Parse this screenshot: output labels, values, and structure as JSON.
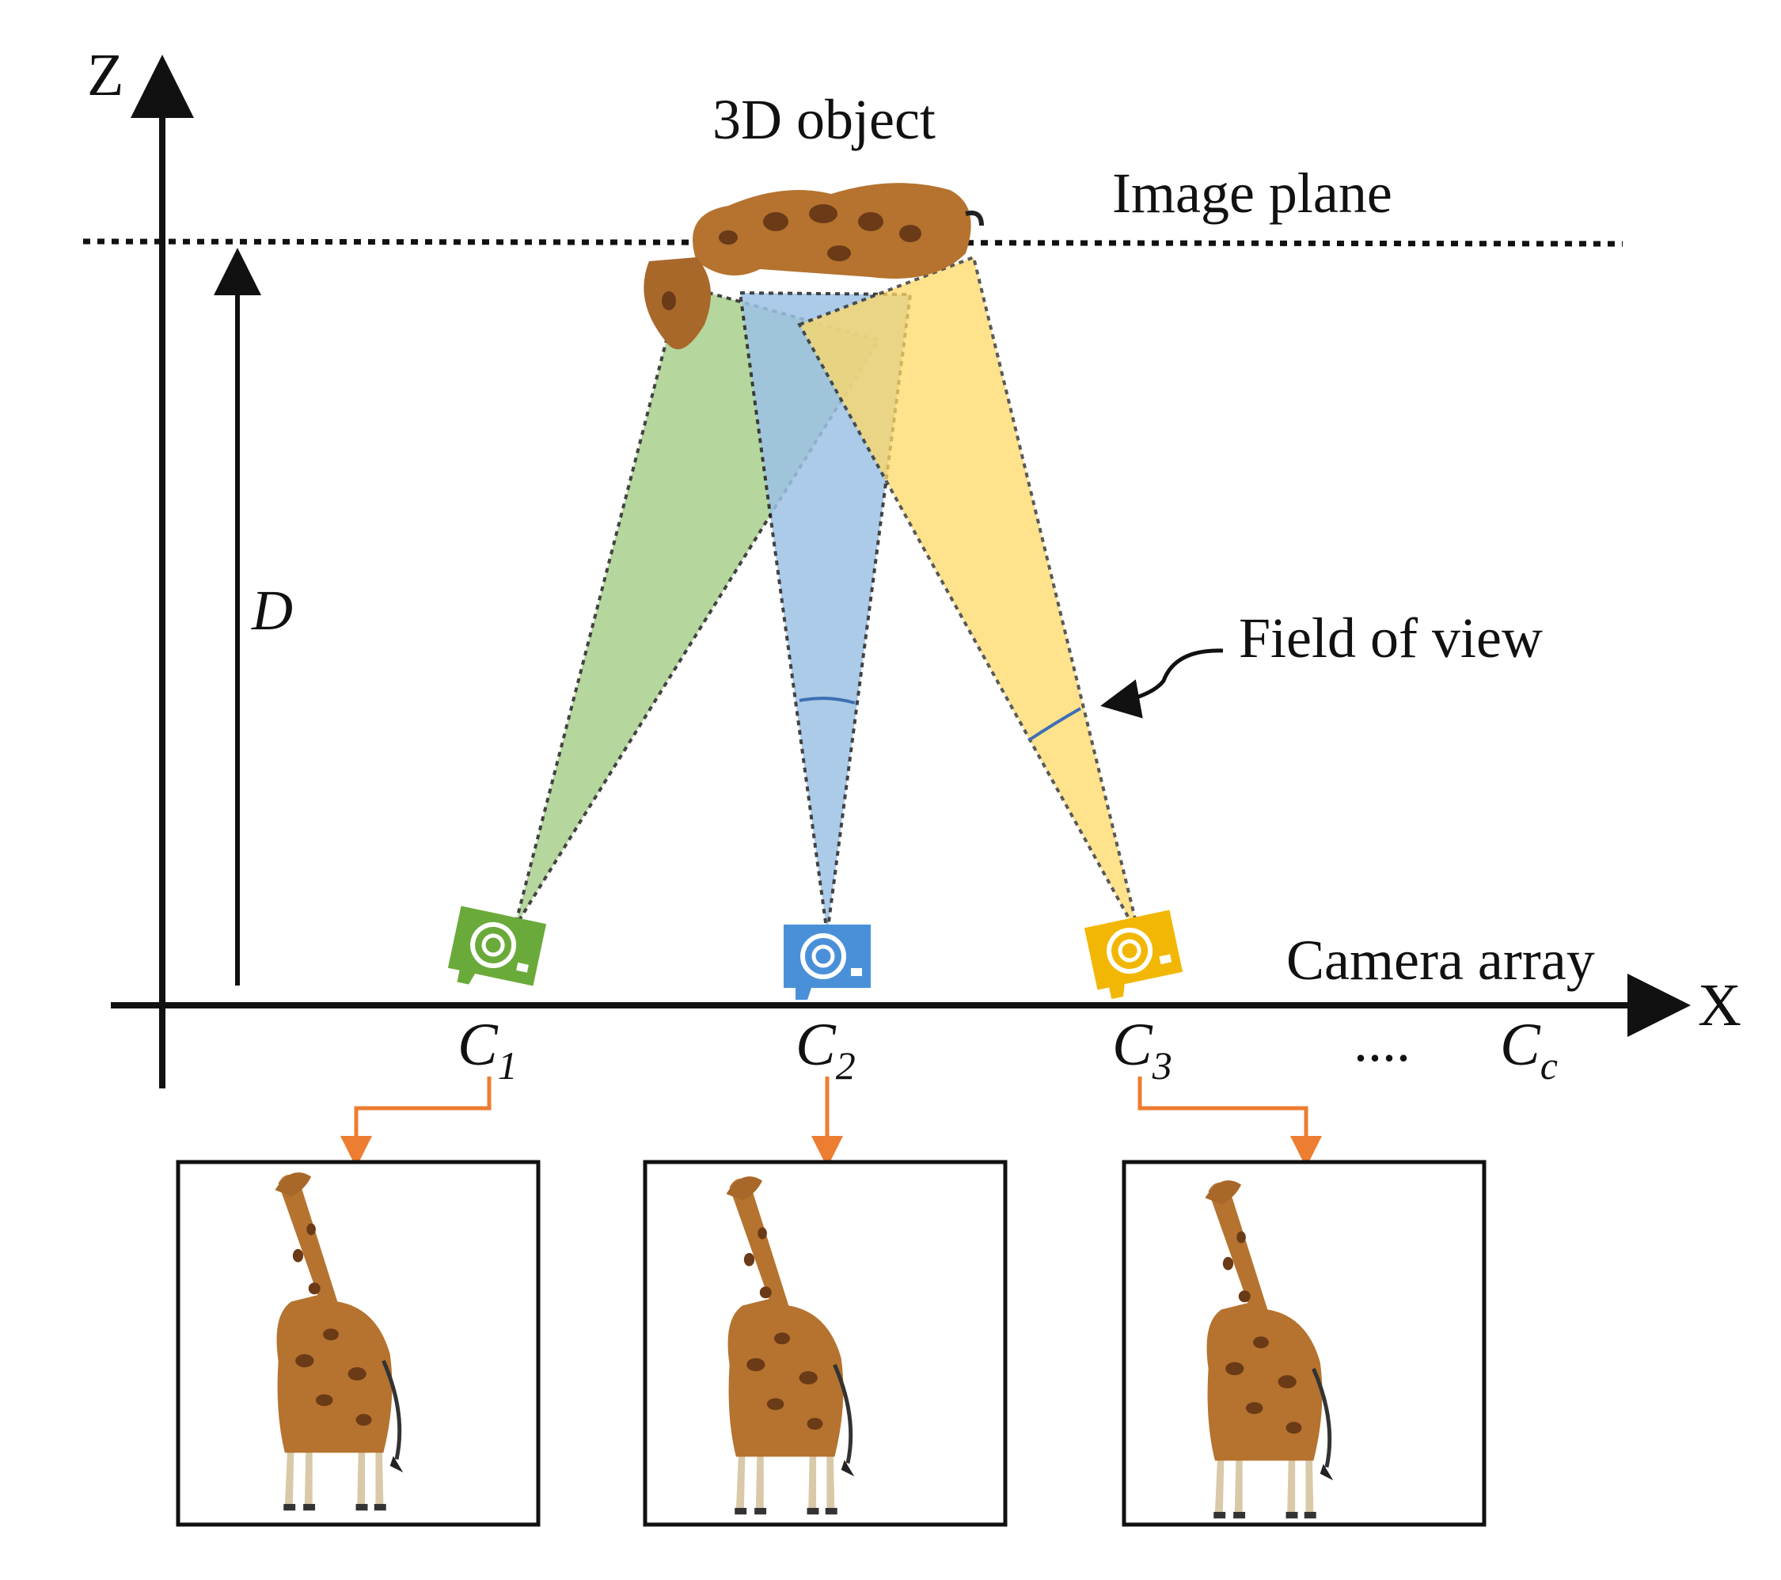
{
  "labels": {
    "z_axis": "Z",
    "x_axis": "X",
    "object": "3D object",
    "image_plane": "Image plane",
    "distance": "D",
    "field_of_view": "Field of view",
    "camera_array": "Camera array",
    "ellipsis": "....",
    "camera_base": "C"
  },
  "cameras": [
    {
      "sub": "1",
      "color": "#6aaa3a",
      "fov_fill": "#a9d18e"
    },
    {
      "sub": "2",
      "color": "#4a90d9",
      "fov_fill": "#9dc3e6"
    },
    {
      "sub": "3",
      "color": "#f2b705",
      "fov_fill": "#ffd966"
    },
    {
      "sub": "c"
    }
  ],
  "colors": {
    "axis": "#111111",
    "arrow": "#ed7d31",
    "giraffe_body": "#b5732f",
    "giraffe_spots": "#6b3a16",
    "giraffe_legs": "#d9c9a8"
  },
  "icons": {
    "camera": "camera-icon",
    "object": "giraffe-icon",
    "view": "giraffe-icon"
  }
}
